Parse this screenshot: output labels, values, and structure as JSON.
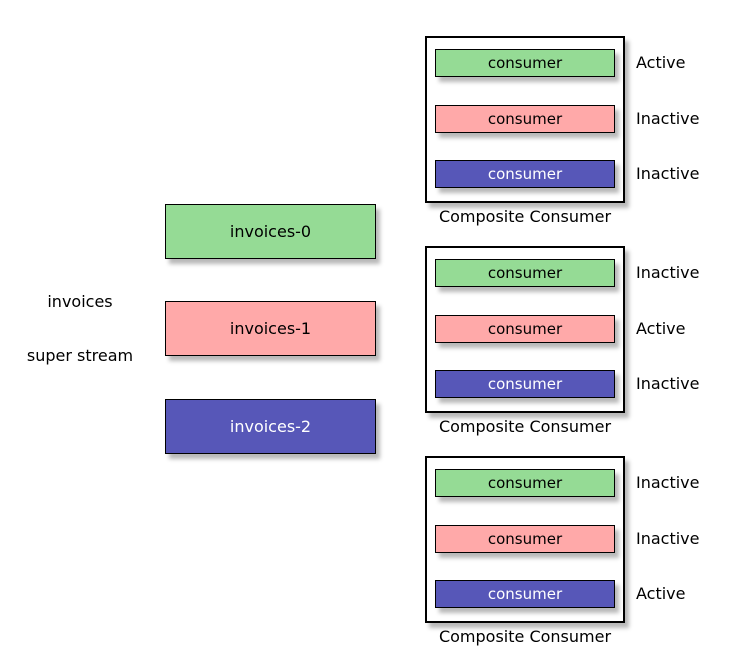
{
  "stream": {
    "name": "invoices",
    "caption": "super stream"
  },
  "colors": {
    "partition_green": "#95DB95",
    "partition_pink": "#FFA9A9",
    "partition_blue": "#5757B8",
    "dark_text": "#000000",
    "light_text": "#FFFFFF",
    "border": "#000000",
    "background": "#FFFFFF"
  },
  "partitions": [
    {
      "label": "invoices-0",
      "fill": "#95DB95",
      "text_color": "#000000"
    },
    {
      "label": "invoices-1",
      "fill": "#FFA9A9",
      "text_color": "#000000"
    },
    {
      "label": "invoices-2",
      "fill": "#5757B8",
      "text_color": "#FFFFFF"
    }
  ],
  "composites": [
    {
      "label": "Composite Consumer",
      "consumers": [
        {
          "label": "consumer",
          "fill": "#95DB95",
          "text_color": "#000000",
          "status": "Active"
        },
        {
          "label": "consumer",
          "fill": "#FFA9A9",
          "text_color": "#000000",
          "status": "Inactive"
        },
        {
          "label": "consumer",
          "fill": "#5757B8",
          "text_color": "#FFFFFF",
          "status": "Inactive"
        }
      ]
    },
    {
      "label": "Composite Consumer",
      "consumers": [
        {
          "label": "consumer",
          "fill": "#95DB95",
          "text_color": "#000000",
          "status": "Inactive"
        },
        {
          "label": "consumer",
          "fill": "#FFA9A9",
          "text_color": "#000000",
          "status": "Active"
        },
        {
          "label": "consumer",
          "fill": "#5757B8",
          "text_color": "#FFFFFF",
          "status": "Inactive"
        }
      ]
    },
    {
      "label": "Composite Consumer",
      "consumers": [
        {
          "label": "consumer",
          "fill": "#95DB95",
          "text_color": "#000000",
          "status": "Inactive"
        },
        {
          "label": "consumer",
          "fill": "#FFA9A9",
          "text_color": "#000000",
          "status": "Inactive"
        },
        {
          "label": "consumer",
          "fill": "#5757B8",
          "text_color": "#FFFFFF",
          "status": "Active"
        }
      ]
    }
  ]
}
